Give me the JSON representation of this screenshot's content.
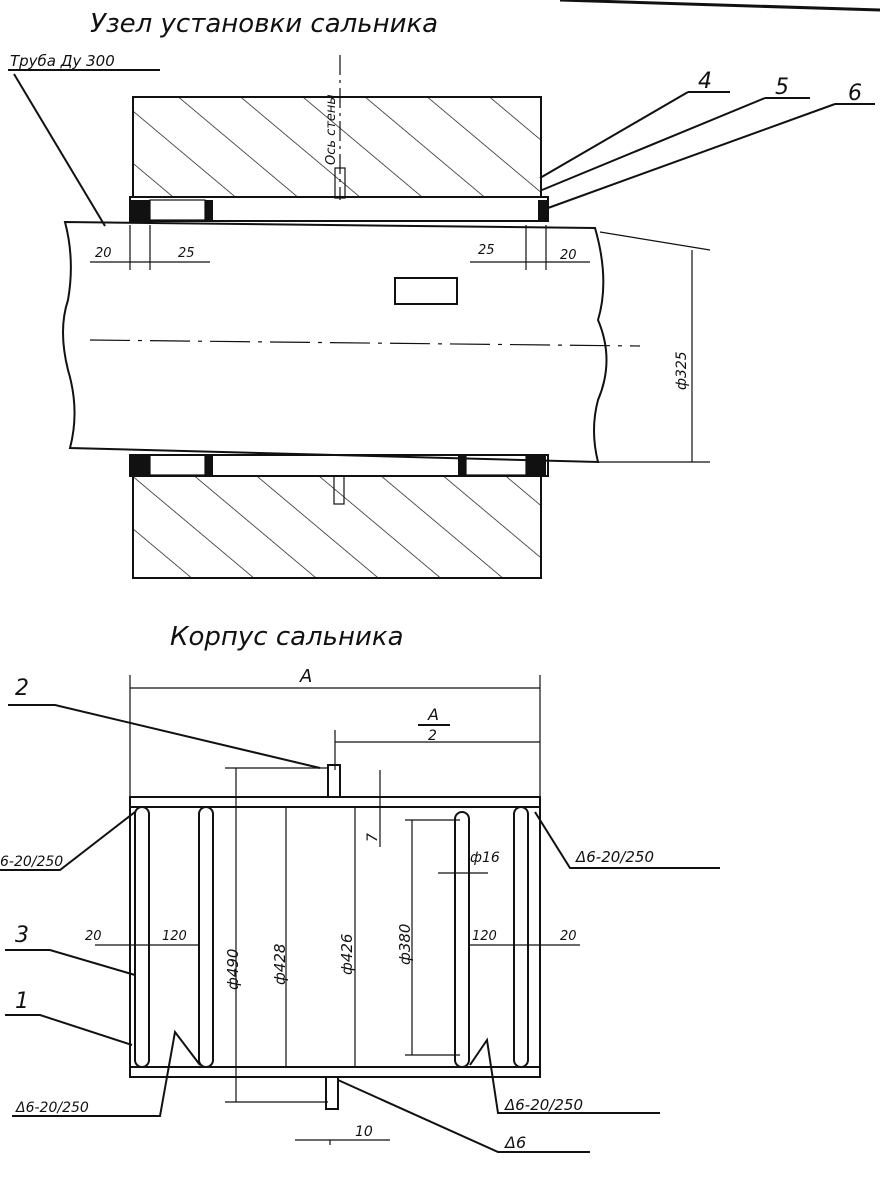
{
  "top_view": {
    "title": "Узел установки сальника",
    "pipe_label": "Труба Ду 300",
    "wall_axis_label": "Ось стены",
    "callouts": [
      "4",
      "5",
      "6"
    ],
    "dims": {
      "left_20": "20",
      "left_25": "25",
      "right_25": "25",
      "right_20": "20",
      "pipe_diameter": "ф325"
    }
  },
  "bottom_view": {
    "title": "Корпус сальника",
    "dim_A": "A",
    "dim_A_half_num": "A",
    "dim_A_half_den": "2",
    "callouts": {
      "item_2": "2",
      "item_3": "3",
      "item_1": "1"
    },
    "dims": {
      "d490": "ф490",
      "d428": "ф428",
      "d426": "ф426",
      "d380": "ф380",
      "d16": "ф16",
      "left_20": "20",
      "left_120": "120",
      "right_120": "120",
      "right_20": "20",
      "gap_7": "7",
      "rib_10": "10"
    },
    "welds": {
      "top_left": "6-20/250",
      "top_right": "Δ6-20/250",
      "bottom_left": "Δ6-20/250",
      "bottom_right": "Δ6-20/250",
      "rib": "Δ6"
    }
  }
}
